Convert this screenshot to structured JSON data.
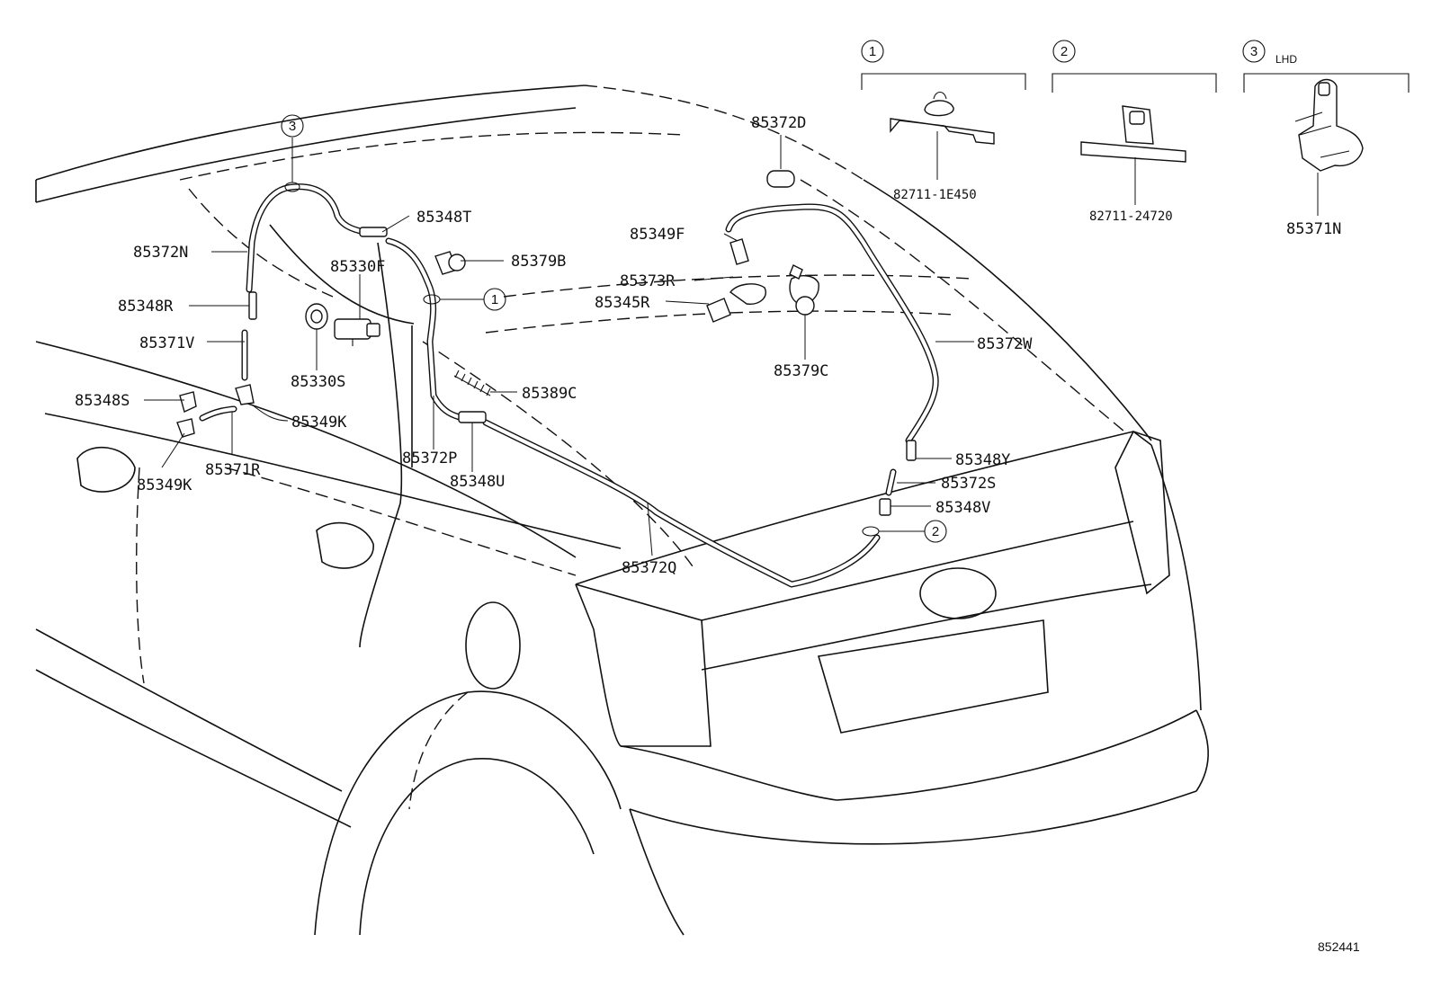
{
  "labels": {
    "p85348T": "85348T",
    "p85372N": "85372N",
    "p85330F": "85330F",
    "p85379B": "85379B",
    "p85348R": "85348R",
    "p85371V": "85371V",
    "p85330S": "85330S",
    "p85348S": "85348S",
    "p85349K_a": "85349K",
    "p85349K_b": "85349K",
    "p85371R": "85371R",
    "p85389C": "85389C",
    "p85372P": "85372P",
    "p85348U": "85348U",
    "p85372Q": "85372Q",
    "p85372D": "85372D",
    "p85349F": "85349F",
    "p85373R": "85373R",
    "p85345R": "85345R",
    "p85379C": "85379C",
    "p85372W": "85372W",
    "p85348Y": "85348Y",
    "p85372S": "85372S",
    "p85348V": "85348V",
    "p82711_1E450": "82711-1E450",
    "p82711_24720": "82711-24720",
    "p85371N": "85371N"
  },
  "callouts": {
    "c1": "1",
    "c2": "2",
    "c3": "3"
  },
  "insets": {
    "inset1": {
      "number": "1",
      "part": "82711-1E450"
    },
    "inset2": {
      "number": "2",
      "part": "82711-24720"
    },
    "inset3": {
      "number": "3",
      "note": "LHD",
      "part": "85371N"
    }
  },
  "figure_number": "852441"
}
